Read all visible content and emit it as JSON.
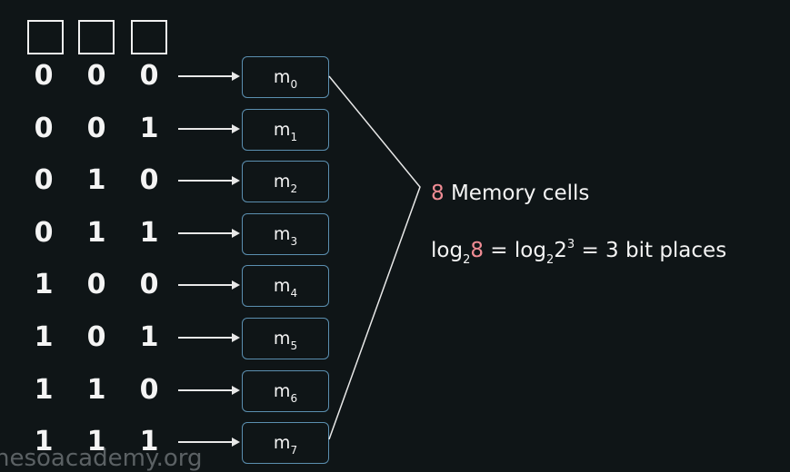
{
  "bit_header_boxes": 3,
  "rows": [
    {
      "bits": [
        "0",
        "0",
        "0"
      ],
      "cell": "m",
      "index": "0"
    },
    {
      "bits": [
        "0",
        "0",
        "1"
      ],
      "cell": "m",
      "index": "1"
    },
    {
      "bits": [
        "0",
        "1",
        "0"
      ],
      "cell": "m",
      "index": "2"
    },
    {
      "bits": [
        "0",
        "1",
        "1"
      ],
      "cell": "m",
      "index": "3"
    },
    {
      "bits": [
        "1",
        "0",
        "0"
      ],
      "cell": "m",
      "index": "4"
    },
    {
      "bits": [
        "1",
        "0",
        "1"
      ],
      "cell": "m",
      "index": "5"
    },
    {
      "bits": [
        "1",
        "1",
        "0"
      ],
      "cell": "m",
      "index": "6"
    },
    {
      "bits": [
        "1",
        "1",
        "1"
      ],
      "cell": "m",
      "index": "7"
    }
  ],
  "summary": {
    "count": "8",
    "count_label": " Memory cells"
  },
  "formula": {
    "log": "log",
    "base1": "2",
    "value": "8",
    "equals1": " = log",
    "base2": "2",
    "power_base": "2",
    "exponent": "3",
    "result": " = 3 bit places"
  },
  "watermark": "nesoacademy.org",
  "colors": {
    "background": "#0f1517",
    "accent": "#f08c94",
    "cell_border": "#5b8fb0",
    "text": "#f4f4f4"
  }
}
